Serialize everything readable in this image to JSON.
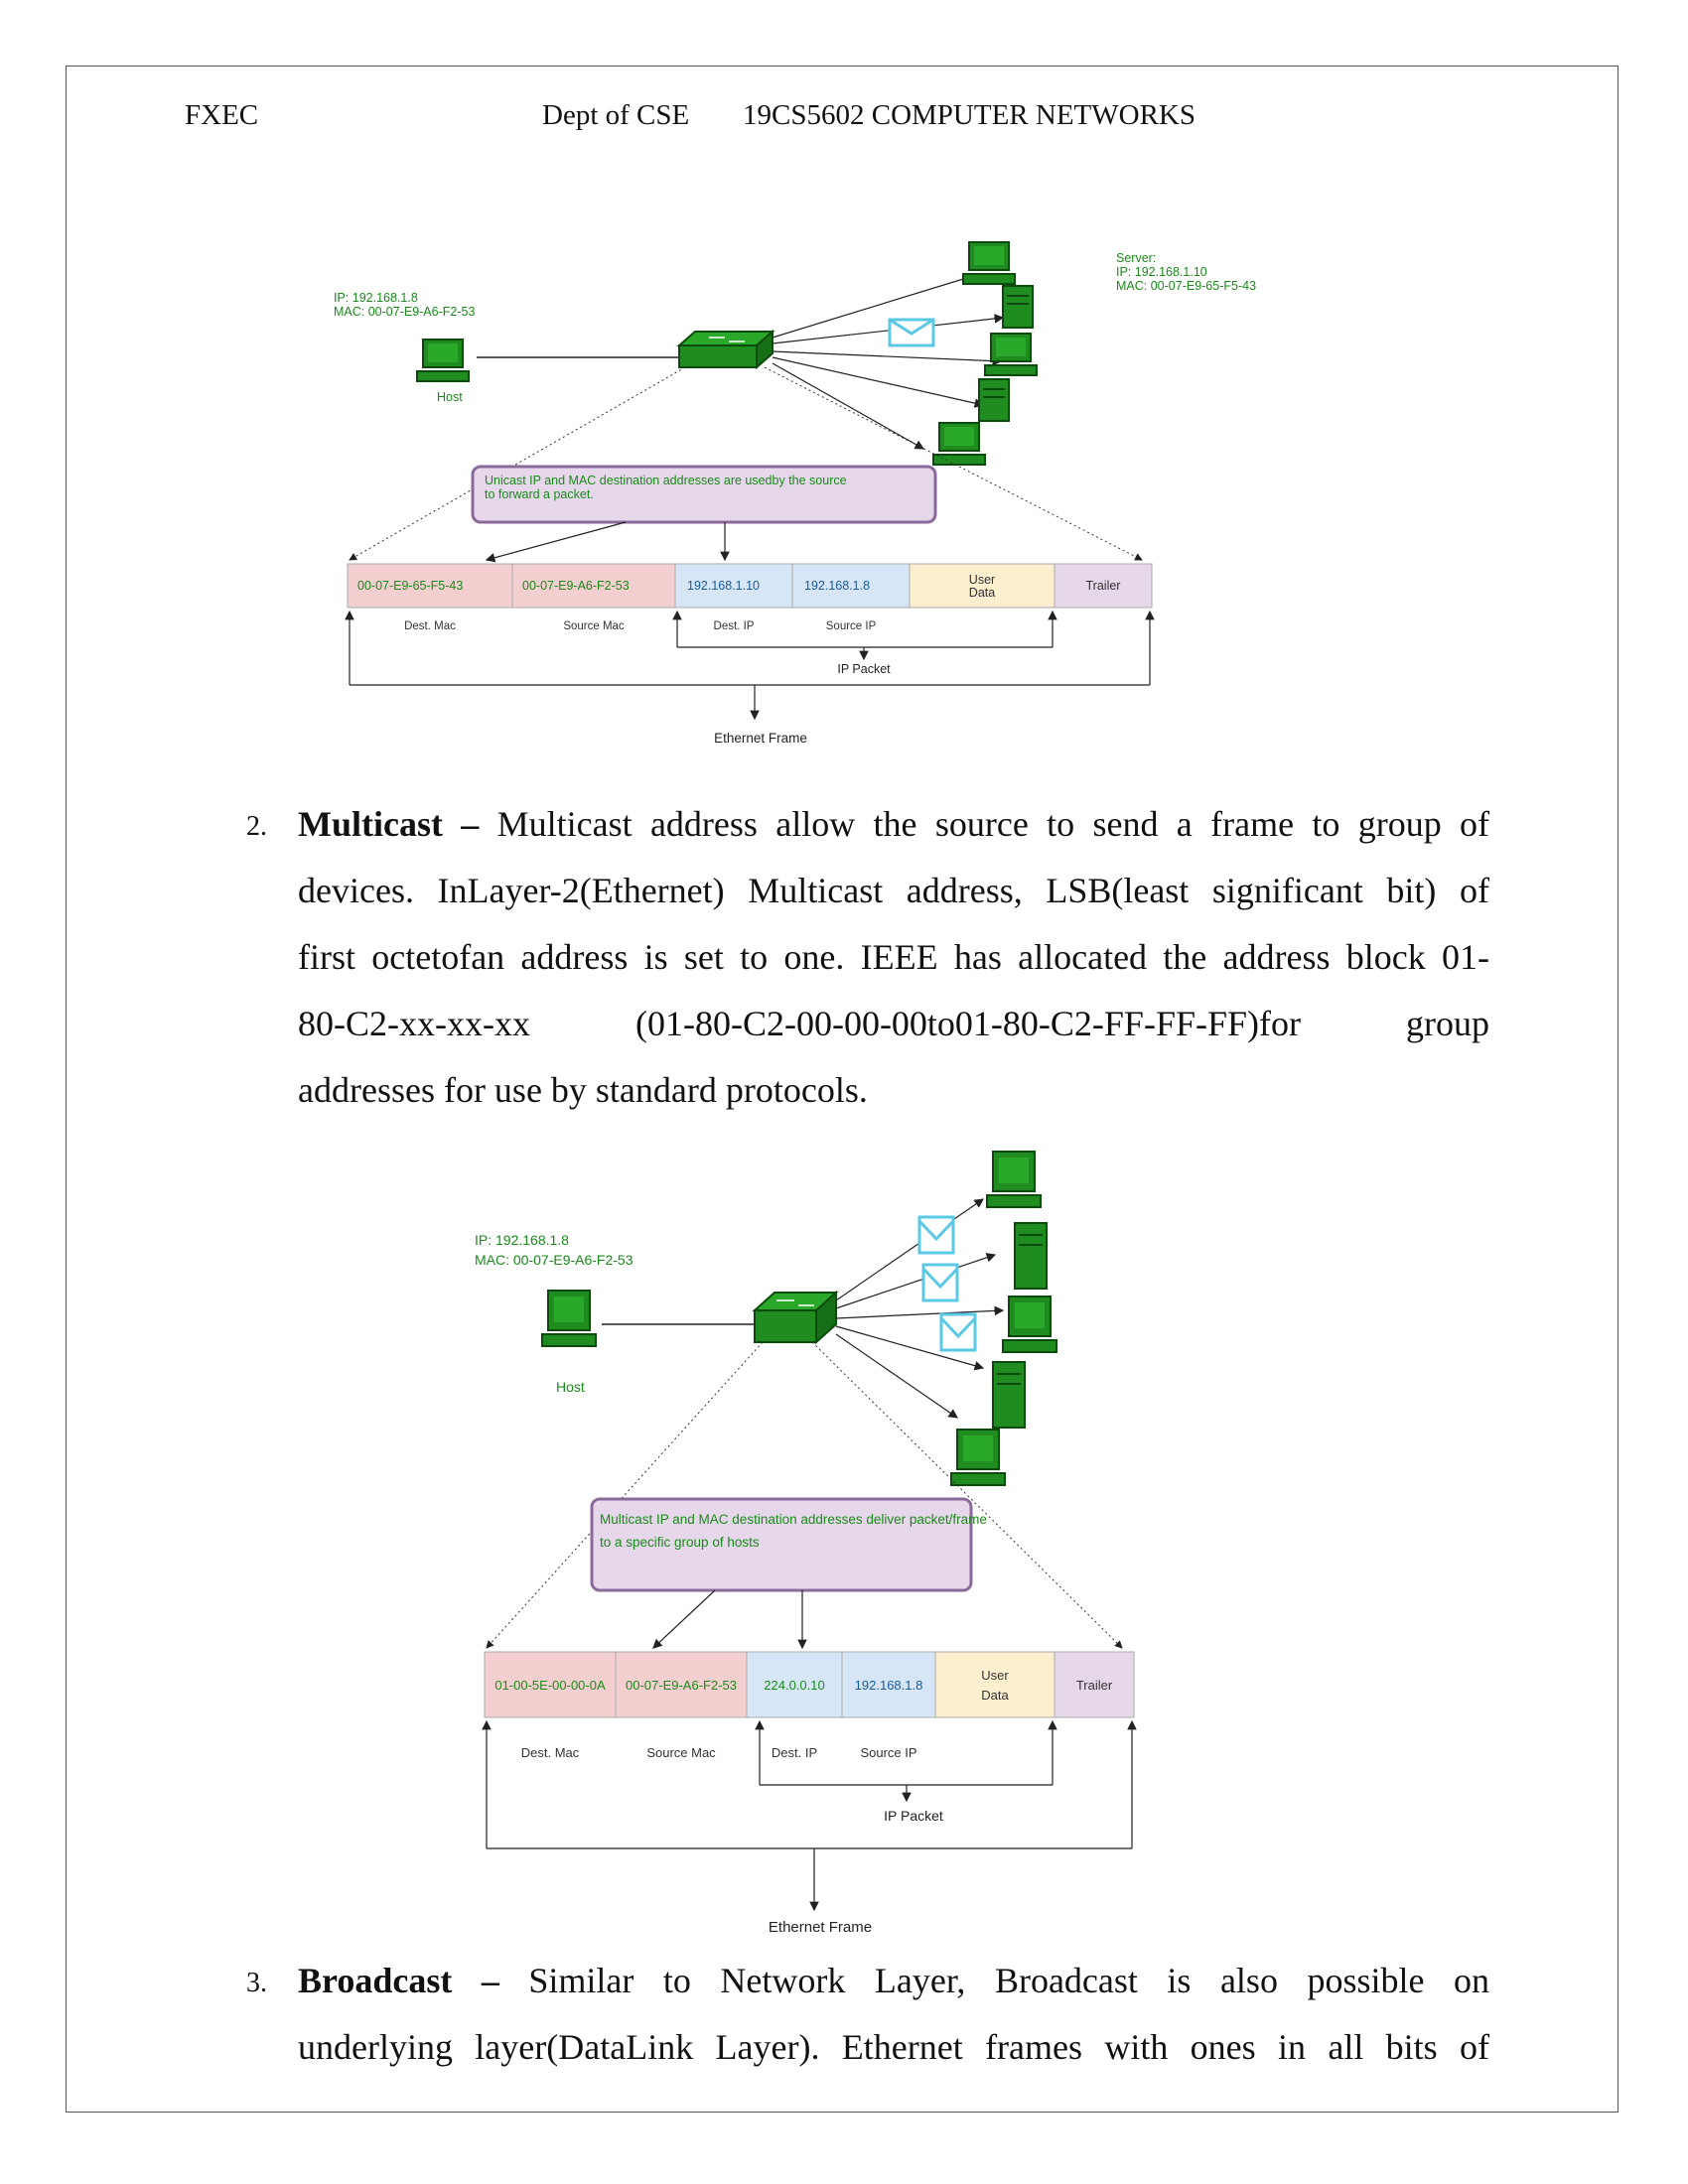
{
  "header": {
    "left": "FXEC",
    "center": "Dept of CSE",
    "right": "19CS5602 COMPUTER NETWORKS"
  },
  "figure1": {
    "host_ip": "IP: 192.168.1.8",
    "host_mac": "MAC: 00-07-E9-A6-F2-53",
    "host_label": "Host",
    "server_label": "Server:",
    "server_ip": "IP: 192.168.1.10",
    "server_mac": "MAC: 00-07-E9-65-F5-43",
    "callout_line1": "Unicast IP and MAC destination addresses are usedby the source",
    "callout_line2": "to forward a packet.",
    "fields": [
      "00-07-E9-65-F5-43",
      "00-07-E9-A6-F2-53",
      "192.168.1.10",
      "192.168.1.8",
      "User",
      "Data",
      "Trailer"
    ],
    "sublabels": [
      "Dest. Mac",
      "Source Mac",
      "Dest. IP",
      "Source IP"
    ],
    "ip_packet": "IP Packet",
    "ethernet_frame": "Ethernet Frame"
  },
  "item2": {
    "number": "2.",
    "term": "Multicast",
    "dash": " – ",
    "lines": [
      "Multicast address allow the source to send a frame to group of",
      "devices. InLayer-2(Ethernet) Multicast address, LSB(least significant bit) of",
      "first octetofan address is set to one. IEEE has allocated the address block 01-",
      "80-C2-xx-xx-xx (01-80-C2-00-00-00to01-80-C2-FF-FF-FF)for group",
      "addresses for use by standard protocols."
    ]
  },
  "figure2": {
    "host_ip": "IP: 192.168.1.8",
    "host_mac": "MAC: 00-07-E9-A6-F2-53",
    "host_label": "Host",
    "callout_line1": "Multicast IP and MAC destination addresses deliver packet/frame",
    "callout_line2": "to a specific group of hosts",
    "fields": [
      "01-00-5E-00-00-0A",
      "00-07-E9-A6-F2-53",
      "224.0.0.10",
      "192.168.1.8",
      "User",
      "Data",
      "Trailer"
    ],
    "sublabels": [
      "Dest. Mac",
      "Source Mac",
      "Dest. IP",
      "Source IP"
    ],
    "ip_packet": "IP Packet",
    "ethernet_frame": "Ethernet Frame"
  },
  "item3": {
    "number": "3.",
    "term": "Broadcast",
    "dash": " – ",
    "lines": [
      "Similar to Network Layer, Broadcast is also possible on",
      "underlying layer(DataLink Layer). Ethernet frames with ones in all bits of"
    ]
  },
  "colors": {
    "green": "#1a8a1a",
    "device_green": "#1e8c1e",
    "callout_fill": "#e6d8ea",
    "callout_border": "#8a6a9c",
    "mac_fill": "#f4cfcf",
    "ip_fill": "#d6e6f6",
    "data_fill": "#fbefd0",
    "trailer_fill": "#e6d8ea",
    "envelope": "#5bc8e6"
  }
}
